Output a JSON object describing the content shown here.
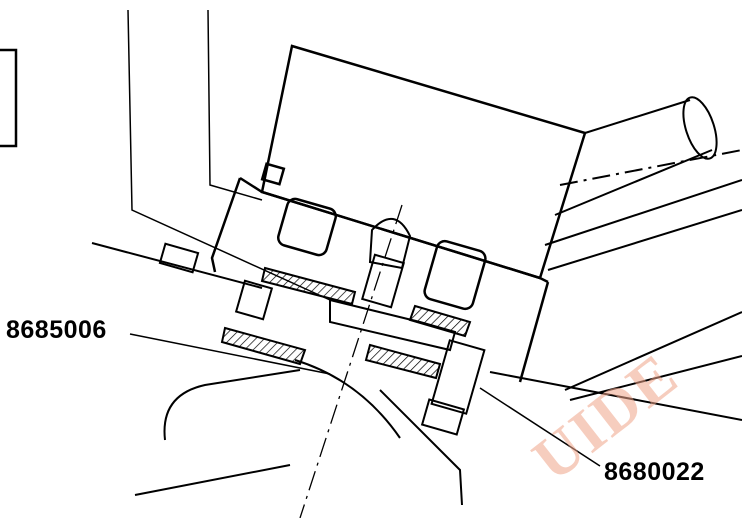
{
  "diagram": {
    "callouts": {
      "left": "8685006",
      "right": "8680022"
    },
    "watermark": "UIDE",
    "colors": {
      "line": "#000000",
      "background": "#ffffff",
      "watermark": "#f0a58a"
    }
  }
}
